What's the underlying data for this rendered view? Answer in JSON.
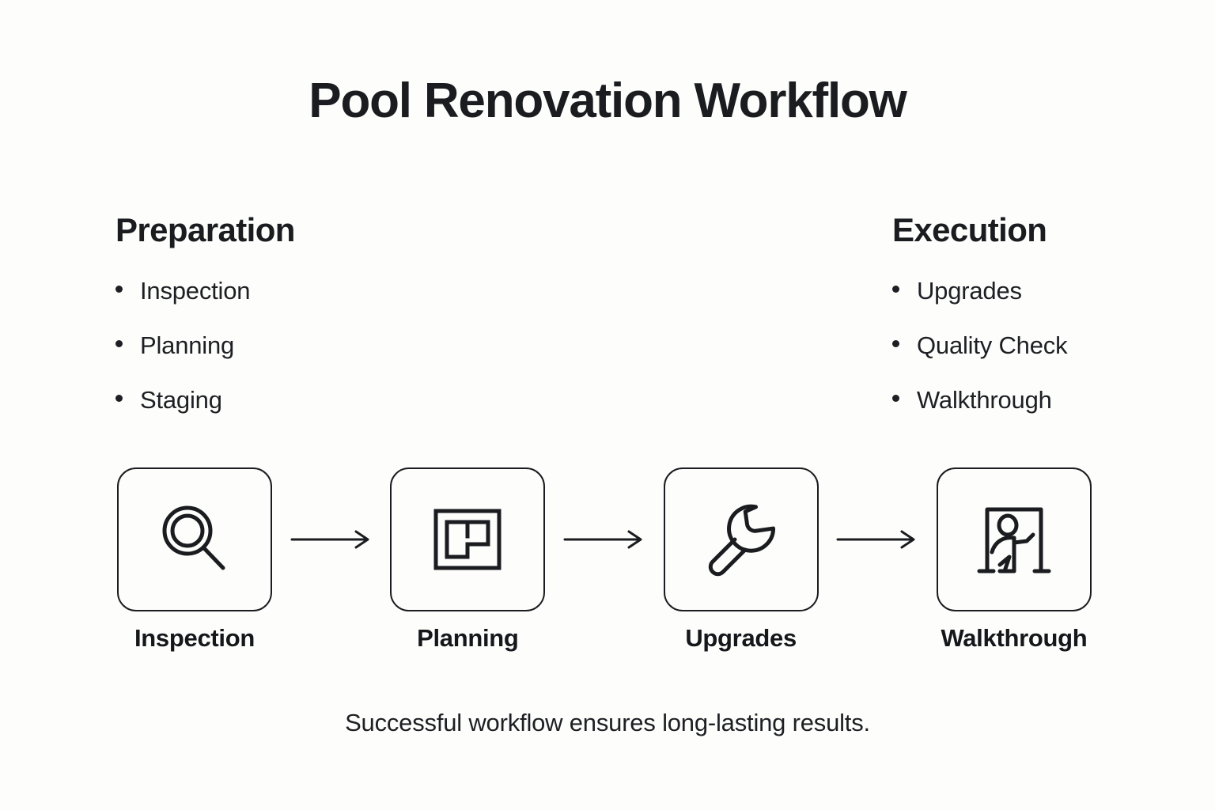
{
  "title": "Pool Renovation Workflow",
  "columns": {
    "left": {
      "heading": "Preparation",
      "items": [
        {
          "label": "Inspection"
        },
        {
          "label": "Planning"
        },
        {
          "label": "Staging"
        }
      ]
    },
    "right": {
      "heading": "Execution",
      "items": [
        {
          "label": "Upgrades"
        },
        {
          "label": "Quality Check"
        },
        {
          "label": "Walkthrough"
        }
      ]
    }
  },
  "flow": {
    "steps": [
      {
        "label": "Inspection",
        "icon": "magnifier-icon"
      },
      {
        "label": "Planning",
        "icon": "floorplan-icon"
      },
      {
        "label": "Upgrades",
        "icon": "wrench-icon"
      },
      {
        "label": "Walkthrough",
        "icon": "person-doorway-icon"
      }
    ],
    "connector_icon": "arrow-right-icon",
    "connector_count": 3
  },
  "footer": "Successful workflow ensures long-lasting results.",
  "colors": {
    "background": "#fdfdfc",
    "ink": "#1a1c1f",
    "text": "#1d1f23"
  }
}
